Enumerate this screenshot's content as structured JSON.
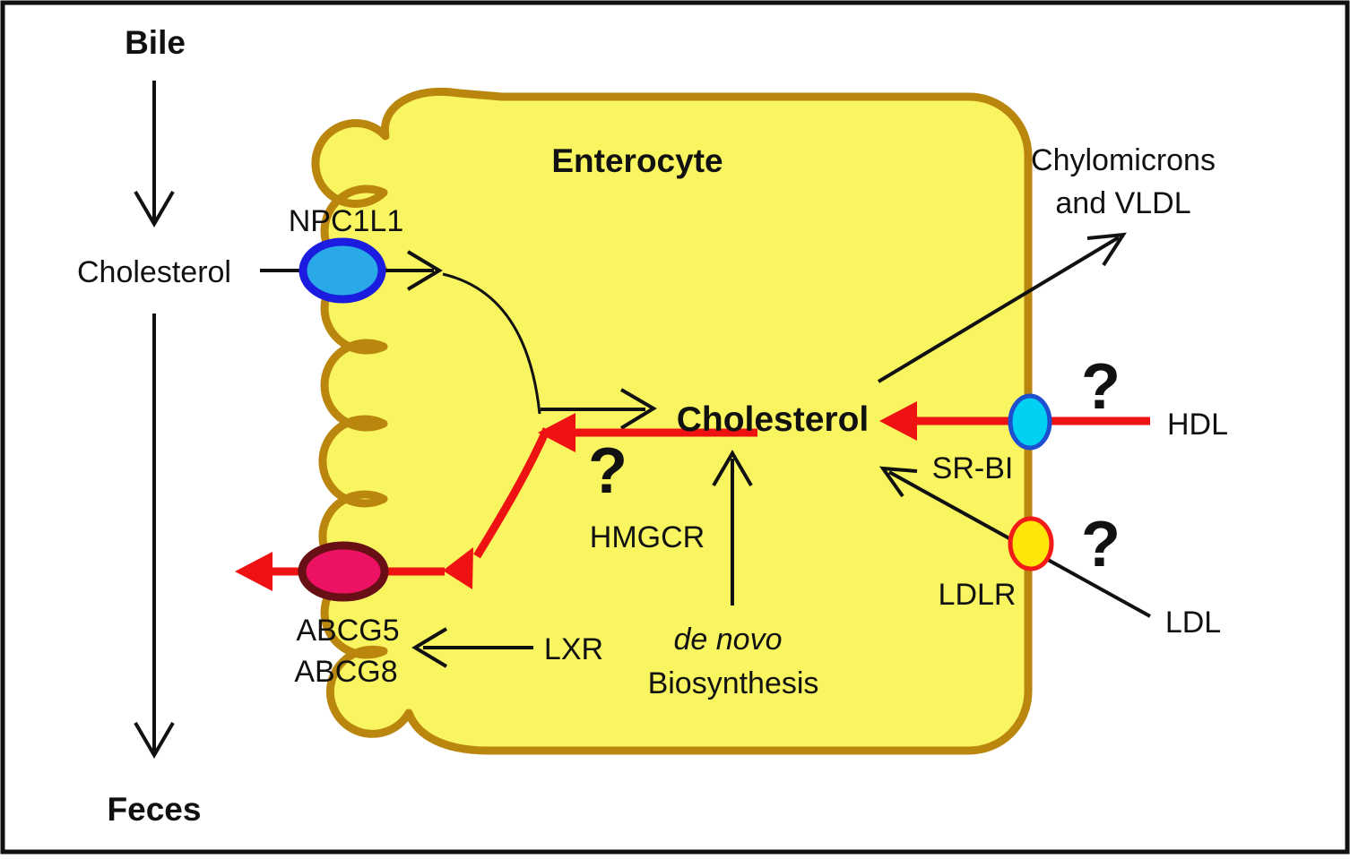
{
  "diagram": {
    "type": "biological-pathway",
    "title": "Enterocyte",
    "labels": {
      "bile": "Bile",
      "cholesterol_lumen": "Cholesterol",
      "feces": "Feces",
      "npc1l1": "NPC1L1",
      "enterocyte": "Enterocyte",
      "cholesterol_cell": "Cholesterol",
      "hmgcr": "HMGCR",
      "de_novo": "de novo",
      "biosynthesis": "Biosynthesis",
      "lxr": "LXR",
      "abcg5": "ABCG5",
      "abcg8": "ABCG8",
      "chylomicrons_line1": "Chylomicrons",
      "chylomicrons_line2": "and VLDL",
      "hdl": "HDL",
      "ldl": "LDL",
      "srbi": "SR-BI",
      "ldlr": "LDLR",
      "unknown_marker": "?"
    },
    "colors": {
      "bg": "#FFFFFF",
      "ink": "#111111",
      "red": "#EE1212",
      "cell_fill": "#F9F561",
      "membrane": "#BA860E",
      "npc1l1_fill": "#2AA9E8",
      "npc1l1_stroke": "#1C1CE0",
      "srbi_fill": "#00D0F2",
      "srbi_stroke": "#1E4FD0",
      "ldlr_fill": "#FFE60A",
      "ldlr_stroke": "#F31B18",
      "abcg_fill": "#ED1164",
      "abcg_stroke": "#670F14"
    }
  }
}
